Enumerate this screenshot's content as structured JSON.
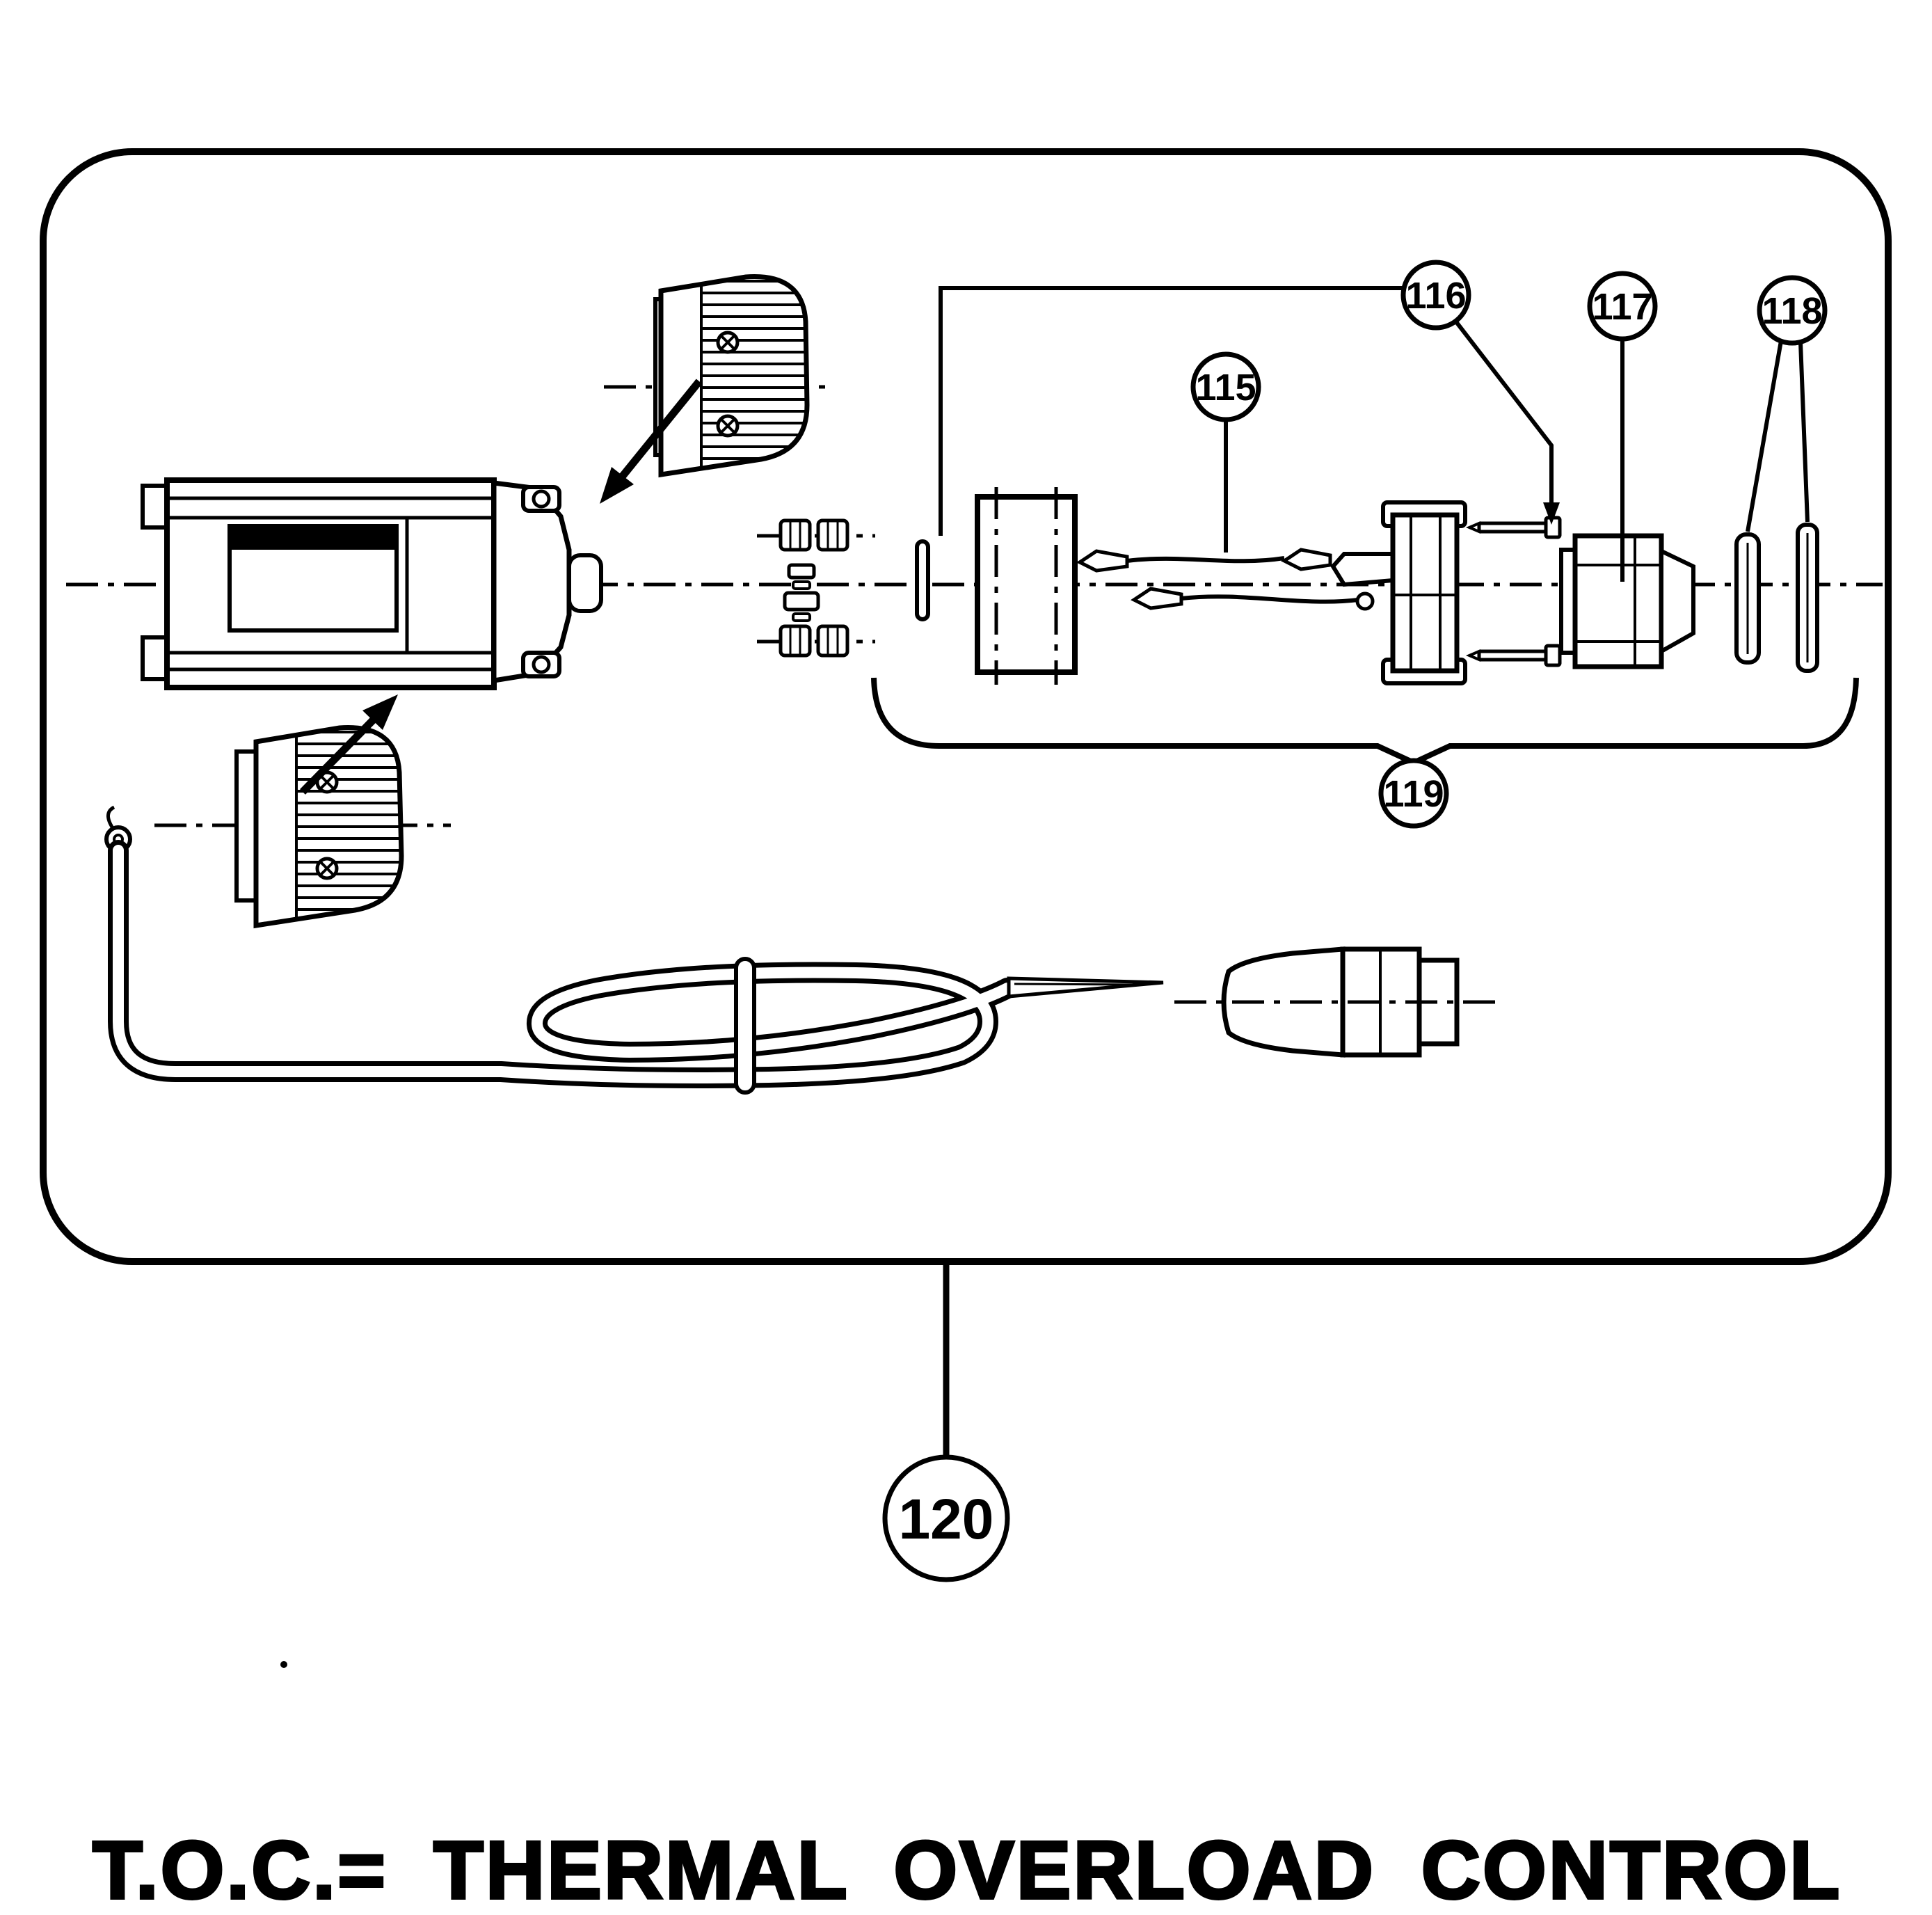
{
  "diagram": {
    "caption": "T.O.C.= THERMAL OVERLOAD CONTROL",
    "callouts": {
      "c115": "115",
      "c116": "116",
      "c117": "117",
      "c118": "118",
      "c119": "119",
      "c120": "120"
    },
    "colors": {
      "ink": "#000000",
      "paper": "#ffffff"
    }
  }
}
